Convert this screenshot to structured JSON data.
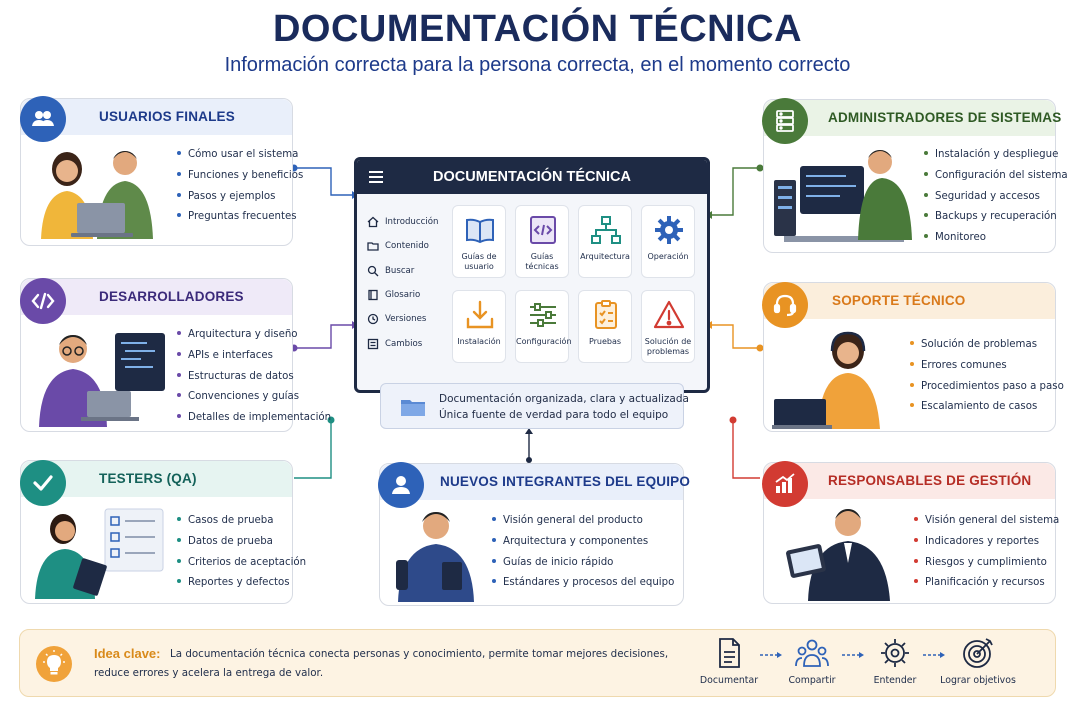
{
  "title": "DOCUMENTACIÓN TÉCNICA",
  "subtitle": "Información correcta para la persona correcta, en el momento correcto",
  "colors": {
    "blue": "#2e62b8",
    "purple": "#6a4aa8",
    "teal": "#1e8f83",
    "green": "#4a7a3a",
    "orange": "#e89323",
    "red": "#d23b32",
    "navy": "#1e2a44"
  },
  "groups": [
    {
      "id": "usuarios",
      "title": "USUARIOS FINALES",
      "icon": "users-icon",
      "items": [
        "Cómo usar el sistema",
        "Funciones y beneficios",
        "Pasos y ejemplos",
        "Preguntas frecuentes"
      ]
    },
    {
      "id": "desarrolladores",
      "title": "DESARROLLADORES",
      "icon": "code-icon",
      "items": [
        "Arquitectura y diseño",
        "APIs e interfaces",
        "Estructuras de datos",
        "Convenciones y guías",
        "Detalles de implementación"
      ]
    },
    {
      "id": "testers",
      "title": "TESTERS (QA)",
      "icon": "check-icon",
      "items": [
        "Casos de prueba",
        "Datos de prueba",
        "Criterios de aceptación",
        "Reportes y defectos"
      ]
    },
    {
      "id": "nuevos",
      "title": "NUEVOS INTEGRANTES DEL EQUIPO",
      "icon": "person-icon",
      "items": [
        "Visión general del producto",
        "Arquitectura y componentes",
        "Guías de inicio rápido",
        "Estándares y procesos del equipo"
      ]
    },
    {
      "id": "admins",
      "title": "ADMINISTRADORES DE SISTEMAS",
      "icon": "server-icon",
      "items": [
        "Instalación y despliegue",
        "Configuración del sistema",
        "Seguridad y accesos",
        "Backups y recuperación",
        "Monitoreo"
      ]
    },
    {
      "id": "soporte",
      "title": "SOPORTE TÉCNICO",
      "icon": "headset-icon",
      "items": [
        "Solución de problemas",
        "Errores comunes",
        "Procedimientos paso a paso",
        "Escalamiento de casos"
      ]
    },
    {
      "id": "gestion",
      "title": "RESPONSABLES DE GESTIÓN",
      "icon": "chart-icon",
      "items": [
        "Visión general del sistema",
        "Indicadores y reportes",
        "Riesgos y cumplimiento",
        "Planificación y recursos"
      ]
    }
  ],
  "center": {
    "title": "DOCUMENTACIÓN TÉCNICA",
    "nav": [
      "Introducción",
      "Contenido",
      "Buscar",
      "Glosario",
      "Versiones",
      "Cambios"
    ],
    "tiles": [
      {
        "label": "Guías de usuario",
        "icon": "book-icon"
      },
      {
        "label": "Guías técnicas",
        "icon": "code-doc-icon"
      },
      {
        "label": "Arquitectura",
        "icon": "hierarchy-icon"
      },
      {
        "label": "Operación",
        "icon": "gear-icon"
      },
      {
        "label": "Instalación",
        "icon": "download-icon"
      },
      {
        "label": "Configuración",
        "icon": "sliders-icon"
      },
      {
        "label": "Pruebas",
        "icon": "clipboard-icon"
      },
      {
        "label": "Solución de problemas",
        "icon": "warning-icon"
      }
    ],
    "info_line1": "Documentación organizada, clara y actualizada",
    "info_line2": "Única fuente de verdad para todo el equipo"
  },
  "key_idea": {
    "label": "Idea clave:",
    "line1": "La documentación técnica conecta personas y conocimiento, permite tomar mejores decisiones,",
    "line2": "reduce errores y acelera la entrega de valor.",
    "flow": [
      "Documentar",
      "Compartir",
      "Entender",
      "Lograr objetivos"
    ]
  }
}
